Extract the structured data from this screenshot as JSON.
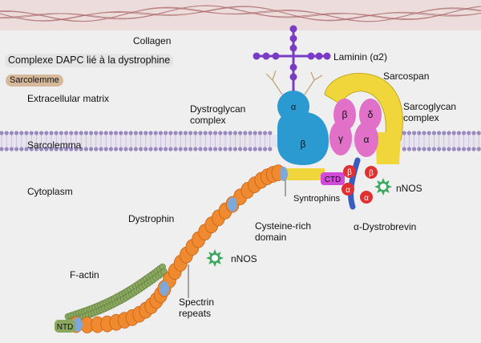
{
  "header": {
    "title_tag": "Complexe DAPC lié à la dystrophine",
    "sarcolemme_tag": "Sarcolemme"
  },
  "labels": {
    "collagen": "Collagen",
    "laminin": "Laminin (α2)",
    "sarcospan": "Sarcospan",
    "extracellular_matrix": "Extracellular matrix",
    "dystroglycan_line1": "Dystroglycan",
    "dystroglycan_line2": "complex",
    "sarcoglycan_line1": "Sarcoglycan",
    "sarcoglycan_line2": "complex",
    "sarcolemma": "Sarcolemma",
    "cytoplasm": "Cytoplasm",
    "syntrophins": "Syntrophins",
    "nnos_right": "nNOS",
    "dystrophin": "Dystrophin",
    "cysteine_line1": "Cysteine-rich",
    "cysteine_line2": "domain",
    "alpha_dystrobrevin": "α-Dystrobrevin",
    "nnos_left": "nNOS",
    "f_actin": "F-actin",
    "spectrin_line1": "Spectrin",
    "spectrin_line2": "repeats",
    "ntd": "NTD"
  },
  "subunits": {
    "alpha_dg": "α",
    "beta_dg": "β",
    "beta_sg": "β",
    "delta_sg": "δ",
    "gamma_sg": "γ",
    "alpha_sg": "α",
    "ctd": "CTD",
    "synt_beta1": "β",
    "synt_alpha1": "α",
    "synt_beta2": "β",
    "synt_alpha2": "α"
  },
  "colors": {
    "background": "#efefef",
    "collagen_band": "#ecdcdc",
    "collagen_strand": "#b07070",
    "membrane_bead": "#9a88c0",
    "laminin": "#7a3cc4",
    "dystroglycan": "#2a9ad0",
    "sarcoglycan": "#e070c8",
    "sarcospan": "#f0d63a",
    "dystrophin": "#f08a30",
    "dystrophin_hinge": "#7fa8d8",
    "f_actin": "#8aa860",
    "syntrophin": "#e03030",
    "dystrobrevin": "#3a5cc0",
    "nnos": "#3aa860"
  }
}
